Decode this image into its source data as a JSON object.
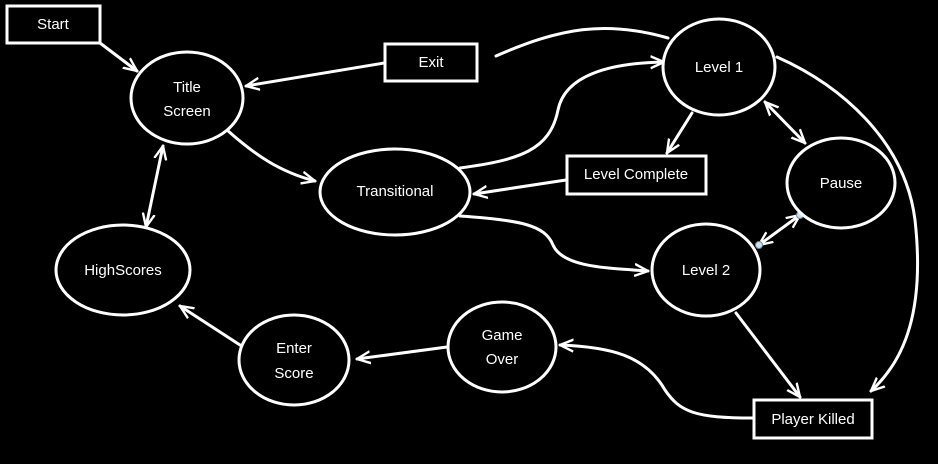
{
  "diagram": {
    "nodes": {
      "start": "Start",
      "title_screen": [
        "Title",
        "Screen"
      ],
      "exit": "Exit",
      "level1": "Level 1",
      "transitional": "Transitional",
      "level_complete": "Level Complete",
      "pause": "Pause",
      "highscores": "HighScores",
      "level2": "Level 2",
      "enter_score": [
        "Enter",
        "Score"
      ],
      "game_over": [
        "Game",
        "Over"
      ],
      "player_killed": "Player Killed"
    },
    "colors": {
      "background": "#000000",
      "stroke": "#ffffff",
      "text": "#ffffff"
    }
  }
}
